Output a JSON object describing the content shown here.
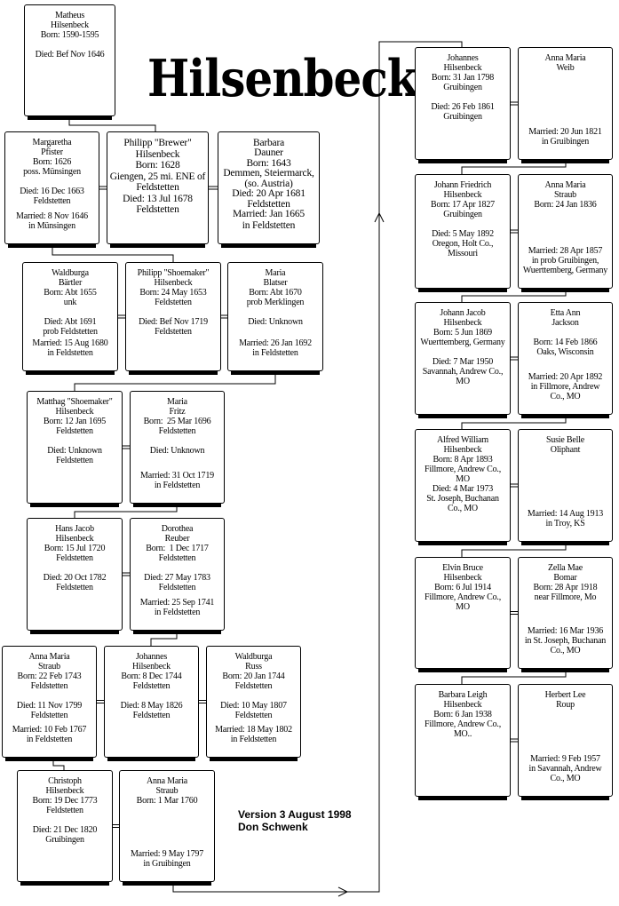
{
  "title": "Hilsenbeck",
  "version": {
    "line1": "Version 3 August 1998",
    "line2": "Don Schwenk"
  },
  "people": [
    {
      "lines": [
        "Matheus",
        "Hilsenbeck",
        "Born: 1590-1595",
        "",
        "Died: Bef Nov 1646"
      ],
      "married": []
    },
    {
      "lines": [
        "Margaretha",
        "Pfister",
        "Born: 1626",
        "poss. Münsingen",
        "",
        "Died: 16 Dec 1663",
        "Feldstetten"
      ],
      "married": [
        "Married: 8 Nov 1646",
        "in Münsingen"
      ]
    },
    {
      "lines": [
        "Philipp \"Brewer\"",
        "Hilsenbeck",
        "Born: 1628",
        "Giengen, 25 mi. ENE of",
        "Feldstetten",
        "Died: 13 Jul 1678",
        "Feldstetten"
      ],
      "married": []
    },
    {
      "lines": [
        "Barbara",
        "Dauner",
        "Born: 1643",
        "Demmen, Steiermarck,",
        "(so. Austria)",
        "Died: 20 Apr 1681",
        "Feldstetten"
      ],
      "married": [
        "Married: Jan 1665",
        "in Feldstetten"
      ]
    },
    {
      "lines": [
        "Waldburga",
        "Bärtler",
        "Born: Abt 1655",
        "unk",
        "",
        "Died: Abt 1691",
        "prob Feldstetten"
      ],
      "married": [
        "Married: 15 Aug 1680",
        "in Feldstetten"
      ]
    },
    {
      "lines": [
        "Philipp \"Shoemaker\"",
        "Hilsenbeck",
        "Born: 24 May 1653",
        "Feldstetten",
        "",
        "Died: Bef Nov 1719",
        "Feldstetten"
      ],
      "married": []
    },
    {
      "lines": [
        "Maria",
        "Blatser",
        "Born: Abt 1670",
        "prob Merklingen",
        "",
        "Died: Unknown"
      ],
      "married": [
        "Married: 26 Jan 1692",
        "in Feldstetten"
      ]
    },
    {
      "lines": [
        "Matthag \"Shoemaker\"",
        "Hilsenbeck",
        "Born: 12 Jan 1695",
        "Feldstetten",
        "",
        "Died: Unknown",
        "Feldstetten"
      ],
      "married": []
    },
    {
      "lines": [
        "Maria",
        "Fritz",
        "Born:  25 Mar 1696",
        "Feldstetten",
        "",
        "Died: Unknown"
      ],
      "married": [
        "Married: 31 Oct 1719",
        "in Feldstetten"
      ]
    },
    {
      "lines": [
        "Hans Jacob",
        "Hilsenbeck",
        "Born: 15 Jul 1720",
        "Feldstetten",
        "",
        "Died: 20 Oct 1782",
        "Feldstetten"
      ],
      "married": []
    },
    {
      "lines": [
        "Dorothea",
        "Reuber",
        "Born:  1 Dec 1717",
        "Feldstetten",
        "",
        "Died: 27 May 1783",
        "Feldstetten"
      ],
      "married": [
        "Married: 25 Sep 1741",
        "in Feldstetten"
      ]
    },
    {
      "lines": [
        "Anna Maria",
        "Straub",
        "Born: 22 Feb 1743",
        "Feldstetten",
        "",
        "Died: 11 Nov 1799",
        "Feldstetten"
      ],
      "married": [
        "Married: 10 Feb 1767",
        "in Feldstetten"
      ]
    },
    {
      "lines": [
        "Johannes",
        "Hilsenbeck",
        "Born: 8 Dec 1744",
        "Feldstetten",
        "",
        "Died: 8 May 1826",
        "Feldstetten"
      ],
      "married": []
    },
    {
      "lines": [
        "Waldburga",
        "Russ",
        "Born: 20 Jan 1744",
        "Feldstetten",
        "",
        "Died: 10 May 1807",
        "Feldstetten"
      ],
      "married": [
        "Married: 18 May 1802",
        "in Feldstetten"
      ]
    },
    {
      "lines": [
        "Christoph",
        "Hilsenbeck",
        "Born: 19 Dec 1773",
        "Feldstetten",
        "",
        "Died: 21 Dec 1820",
        "Gruibingen"
      ],
      "married": []
    },
    {
      "lines": [
        "Anna Maria",
        "Straub",
        "Born: 1 Mar 1760"
      ],
      "married": [
        "Married: 9 May 1797",
        "in Gruibingen"
      ]
    },
    {
      "lines": [
        "Johannes",
        "Hilsenbeck",
        "Born: 31 Jan 1798",
        "Gruibingen",
        "",
        "Died: 26 Feb 1861",
        "Gruibingen"
      ],
      "married": []
    },
    {
      "lines": [
        "Anna Maria",
        "Weib"
      ],
      "married": [
        "Married: 20 Jun 1821",
        "in Gruibingen"
      ]
    },
    {
      "lines": [
        "Johann Friedrich",
        "Hilsenbeck",
        "Born: 17 Apr 1827",
        "Gruibingen",
        "",
        "Died: 5 May 1892",
        "Oregon, Holt Co.,",
        "Missouri"
      ],
      "married": []
    },
    {
      "lines": [
        "Anna Maria",
        "Straub",
        "Born: 24 Jan 1836"
      ],
      "married": [
        "Married: 28 Apr 1857",
        "in prob Gruibingen,",
        "Wuerttemberg, Germany"
      ]
    },
    {
      "lines": [
        "Johann Jacob",
        "Hilsenbeck",
        "Born: 5 Jun 1869",
        "Wuerttemberg, Germany",
        "",
        "Died: 7 Mar 1950",
        "Savannah, Andrew Co.,",
        "MO"
      ],
      "married": []
    },
    {
      "lines": [
        "Etta Ann",
        "Jackson",
        "",
        "Born: 14 Feb 1866",
        "Oaks, Wisconsin"
      ],
      "married": [
        "Married: 20 Apr 1892",
        "in Fillmore, Andrew",
        "Co., MO"
      ]
    },
    {
      "lines": [
        "Alfred William",
        "Hilsenbeck",
        "Born: 8 Apr 1893",
        "Fillmore, Andrew Co.,",
        "MO",
        "Died: 4 Mar 1973",
        "St. Joseph, Buchanan",
        "Co., MO"
      ],
      "married": []
    },
    {
      "lines": [
        "Susie Belle",
        "Oliphant"
      ],
      "married": [
        "Married: 14 Aug 1913",
        "in Troy, KS"
      ]
    },
    {
      "lines": [
        "Elvin Bruce",
        "Hilsenbeck",
        "Born: 6 Jul 1914",
        "Fillmore, Andrew Co.,",
        "MO"
      ],
      "married": []
    },
    {
      "lines": [
        "Zella Mae",
        "Bomar",
        "Born: 28 Apr 1918",
        "near Fillmore, Mo"
      ],
      "married": [
        "Married: 16 Mar 1936",
        "in St. Joseph, Buchanan",
        "Co., MO"
      ]
    },
    {
      "lines": [
        "Barbara Leigh",
        "Hilsenbeck",
        "Born: 6 Jan 1938",
        "Fillmore, Andrew Co.,",
        "MO.."
      ],
      "married": []
    },
    {
      "lines": [
        "Herbert Lee",
        "Roup"
      ],
      "married": [
        "Married: 9 Feb 1957",
        "in Savannah, Andrew",
        "Co., MO"
      ]
    }
  ]
}
